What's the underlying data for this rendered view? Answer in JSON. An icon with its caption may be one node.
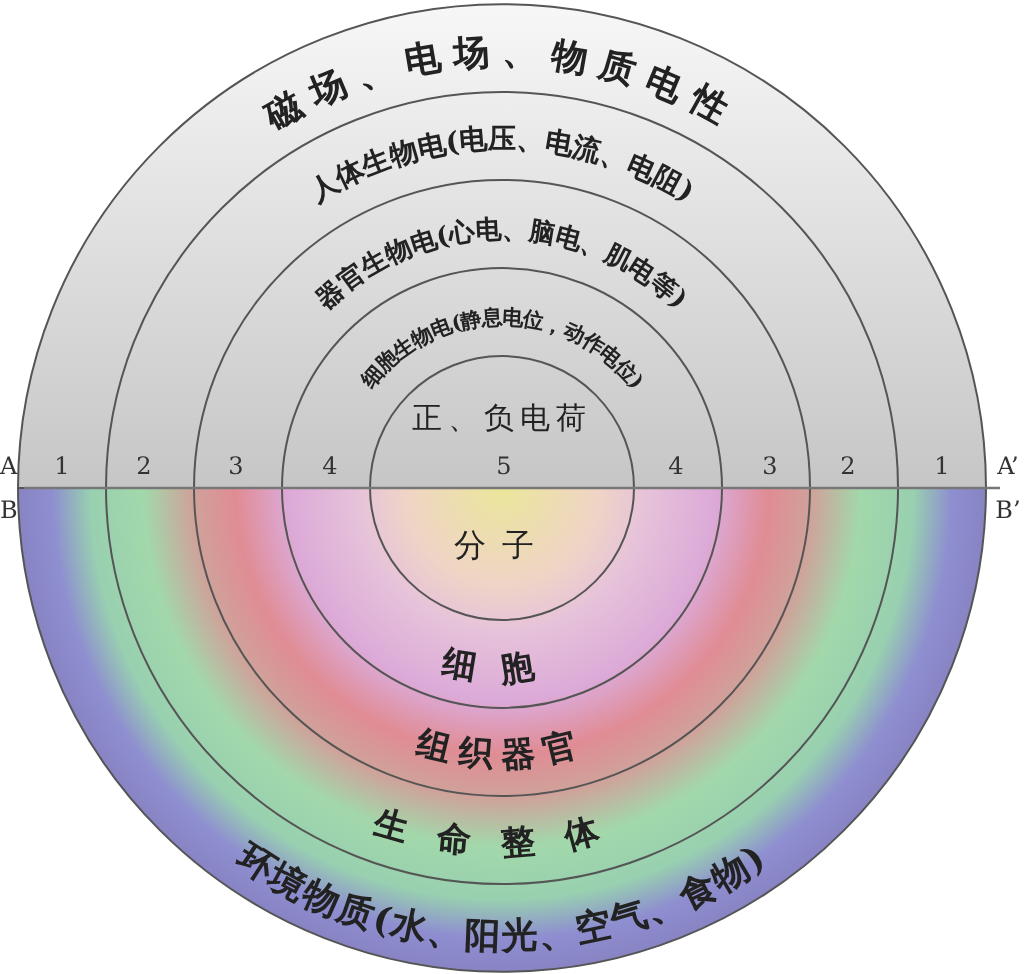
{
  "diagram": {
    "nodes": [
      {
        "text": [
          "磁场、电场、物质电性"
        ]
      },
      {
        "text": [
          "人体生物电(电压、电流、电阻)"
        ],
        "in": 0
      },
      {
        "text": [
          "器官生物电(心电、脑电、肌电等)"
        ],
        "in": 1
      },
      {
        "text": [
          "细胞生物电(静息电位，动作电位)"
        ],
        "in": 2
      },
      {
        "text": [
          "正、负电荷"
        ],
        "in": 3
      },
      {
        "text": [
          "环境物质(水、阳光、空气、食物)"
        ]
      },
      {
        "text": [
          "生命整体"
        ],
        "in": 5
      },
      {
        "text": [
          "组织器官"
        ],
        "in": 6
      },
      {
        "text": [
          "细胞"
        ],
        "in": 7
      },
      {
        "text": [
          "分子"
        ],
        "in": 8
      }
    ],
    "labels": [
      "A",
      "1",
      "2",
      "3",
      "4",
      "5",
      "4",
      "3",
      "2",
      "1",
      "A’",
      "B",
      "B’"
    ]
  }
}
